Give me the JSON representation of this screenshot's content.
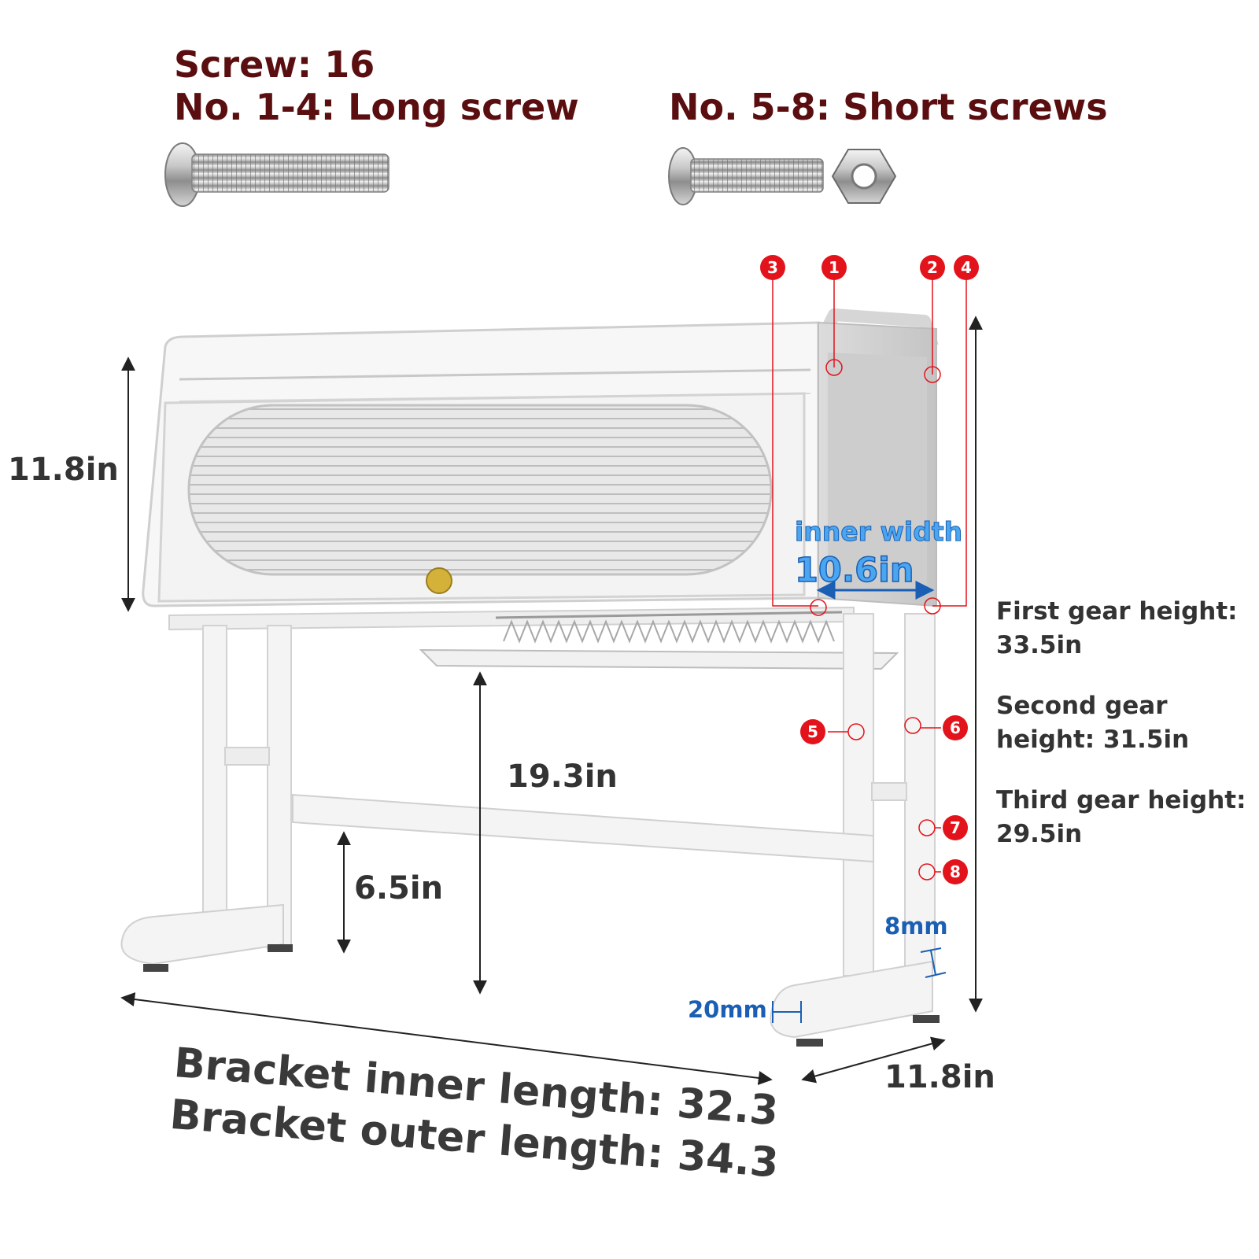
{
  "header": {
    "screw_count": "Screw: 16",
    "long_screw": "No. 1-4: Long screw",
    "short_screws": "No. 5-8: Short screws"
  },
  "dimensions": {
    "cabinet_height": "11.8in",
    "shelf_clearance": "19.3in",
    "bar_height": "6.5in",
    "depth": "11.8in",
    "foot_width": "20mm",
    "tube_thickness": "8mm",
    "inner_width_label": "inner width",
    "inner_width_value": "10.6in"
  },
  "gear_heights": [
    {
      "line1": "First gear height:",
      "line2": "33.5in"
    },
    {
      "line1": "Second gear",
      "line2": "height: 31.5in"
    },
    {
      "line1": "Third gear height:",
      "line2": "29.5in"
    }
  ],
  "bracket": {
    "inner": "Bracket inner length: 32.3",
    "outer": "Bracket outer length: 34.3"
  },
  "screw_markers": [
    "1",
    "2",
    "3",
    "4",
    "5",
    "6",
    "7",
    "8"
  ],
  "colors": {
    "header_text": "#5a0e10",
    "marker_red": "#e3131b",
    "dimension_blue": "#1a5fb4",
    "inner_width_blue": "#4aa6f0"
  },
  "icons": [
    "long-screw-icon",
    "short-screw-icon",
    "hex-nut-icon"
  ]
}
